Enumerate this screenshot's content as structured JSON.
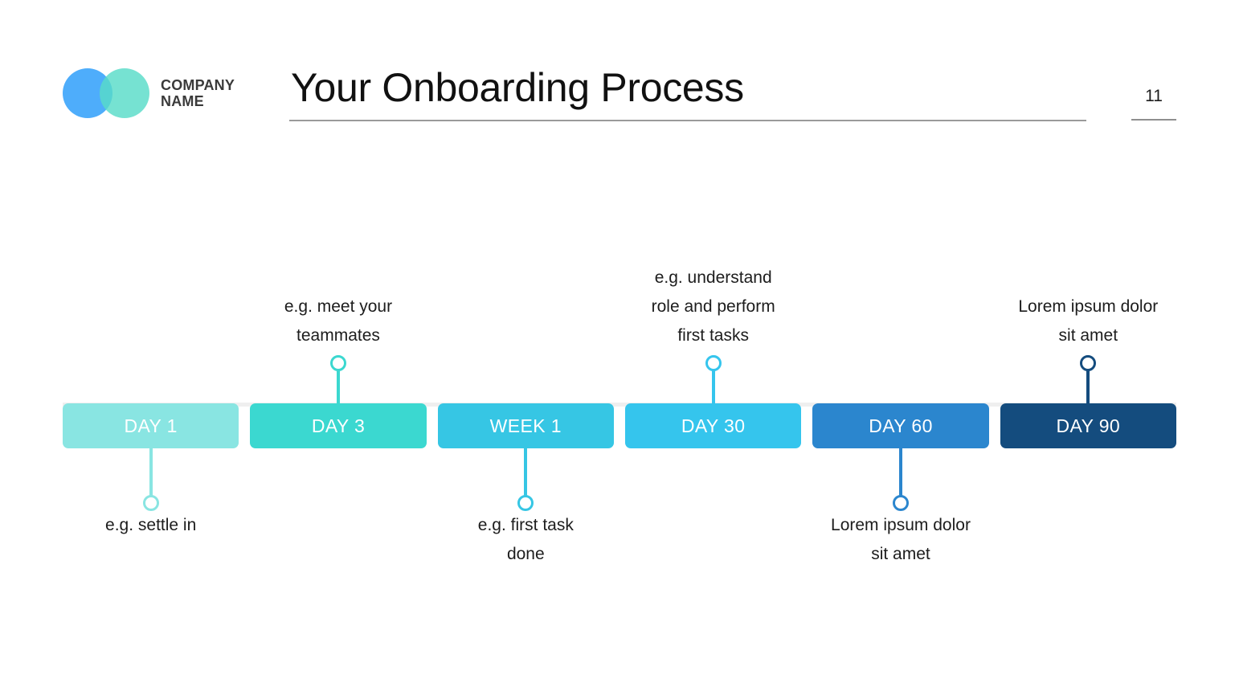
{
  "brand": {
    "company_name": "COMPANY\nNAME",
    "logo_left_color": "#4EADFB",
    "logo_right_color": "#58DCC8"
  },
  "header": {
    "title": "Your Onboarding Process",
    "page_number": "11"
  },
  "timeline": {
    "connector_color": "#efefef",
    "stages": [
      {
        "label": "DAY 1",
        "color": "#89E5E2",
        "caption": "e.g. settle in",
        "caption_position": "below"
      },
      {
        "label": "DAY 3",
        "color": "#3BD8D0",
        "caption": "e.g. meet your\nteammates",
        "caption_position": "above"
      },
      {
        "label": "WEEK 1",
        "color": "#36C6E4",
        "caption": "e.g. first task\ndone",
        "caption_position": "below"
      },
      {
        "label": "DAY 30",
        "color": "#35C5ED",
        "caption": "e.g. understand\nrole and perform\nfirst tasks",
        "caption_position": "above"
      },
      {
        "label": "DAY 60",
        "color": "#2B86CE",
        "caption": "Lorem ipsum dolor\nsit amet",
        "caption_position": "below"
      },
      {
        "label": "DAY 90",
        "color": "#144C7E",
        "caption": "Lorem ipsum dolor\nsit amet",
        "caption_position": "above"
      }
    ]
  }
}
